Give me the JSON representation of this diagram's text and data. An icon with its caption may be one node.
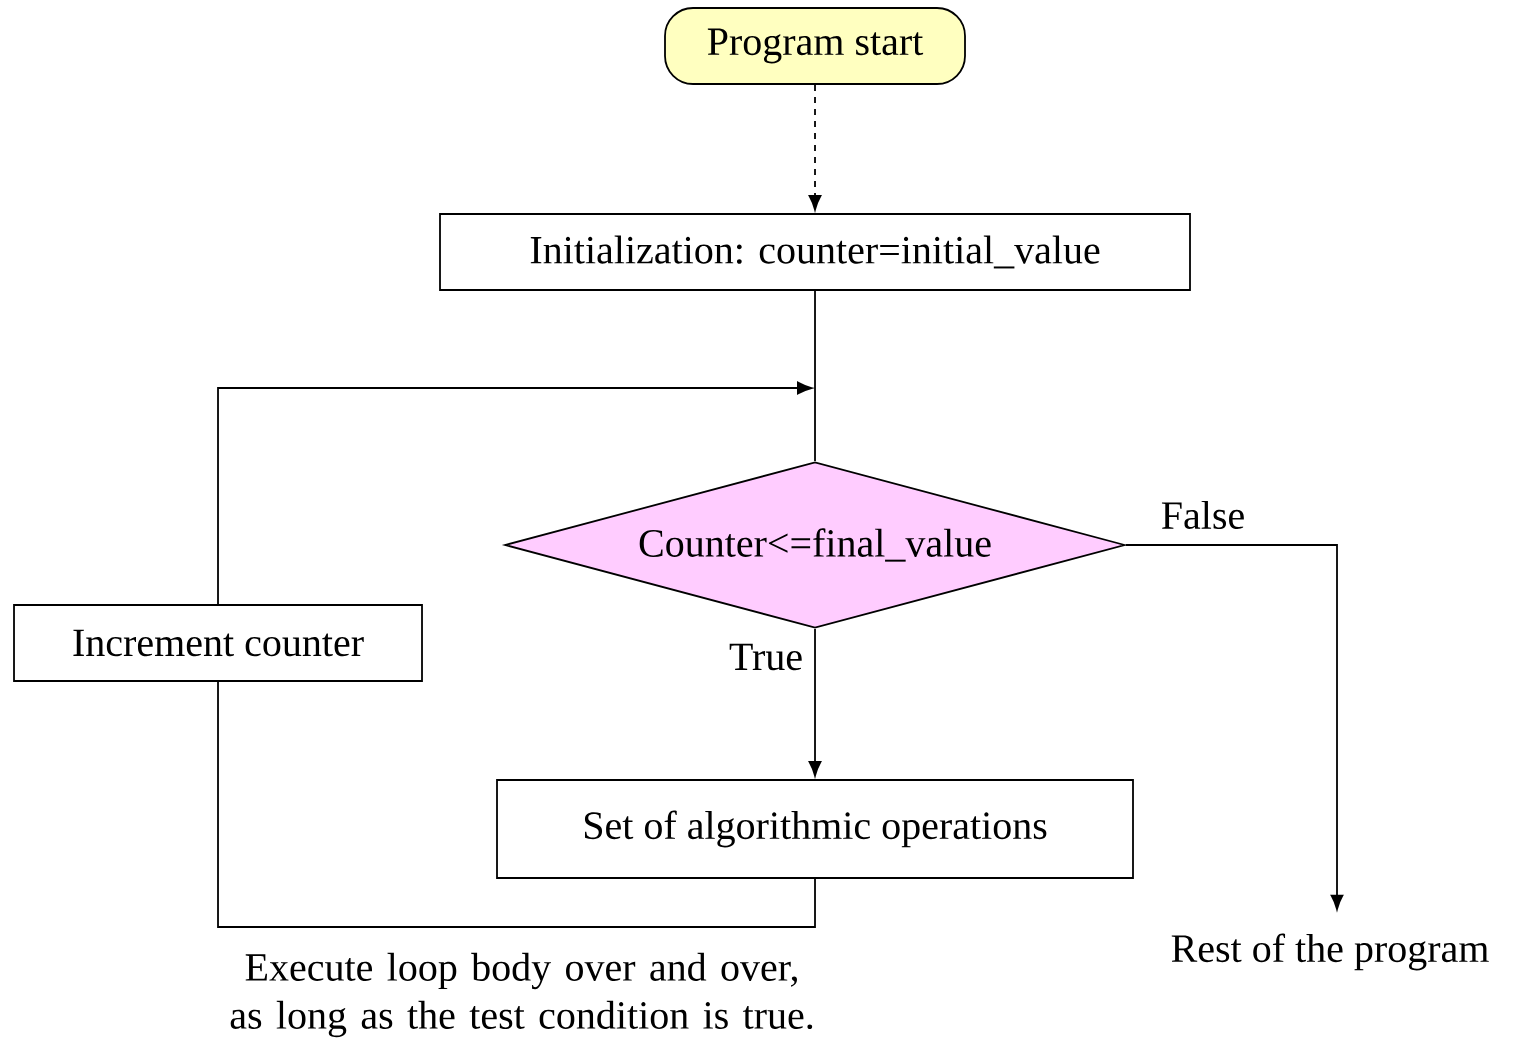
{
  "diagram": {
    "nodes": [
      {
        "text": [
          "Program start"
        ]
      },
      {
        "text": [
          "Initialization: counter=initial_value"
        ]
      },
      {
        "text": [
          "Counter<=final_value"
        ]
      },
      {
        "text": [
          "Increment counter"
        ]
      },
      {
        "text": [
          "Set of algorithmic operations"
        ]
      },
      {
        "text": [
          "Rest of the program"
        ]
      }
    ],
    "edges": [
      {
        "from": 0,
        "to": 1,
        "arrow": "to",
        "style": "dashed"
      },
      {
        "from": 1,
        "to": 2,
        "arrow": "none"
      },
      {
        "from": 3,
        "to": 2,
        "arrow": "to"
      },
      {
        "from": 2,
        "to": 4,
        "arrow": "to",
        "label": "True"
      },
      {
        "from": 2,
        "to": 5,
        "arrow": "to",
        "label": "False"
      },
      {
        "from": 4,
        "to": 3,
        "arrow": "none"
      }
    ],
    "labels": [
      "Execute loop body over and over, as long as the test condition is true."
    ]
  }
}
